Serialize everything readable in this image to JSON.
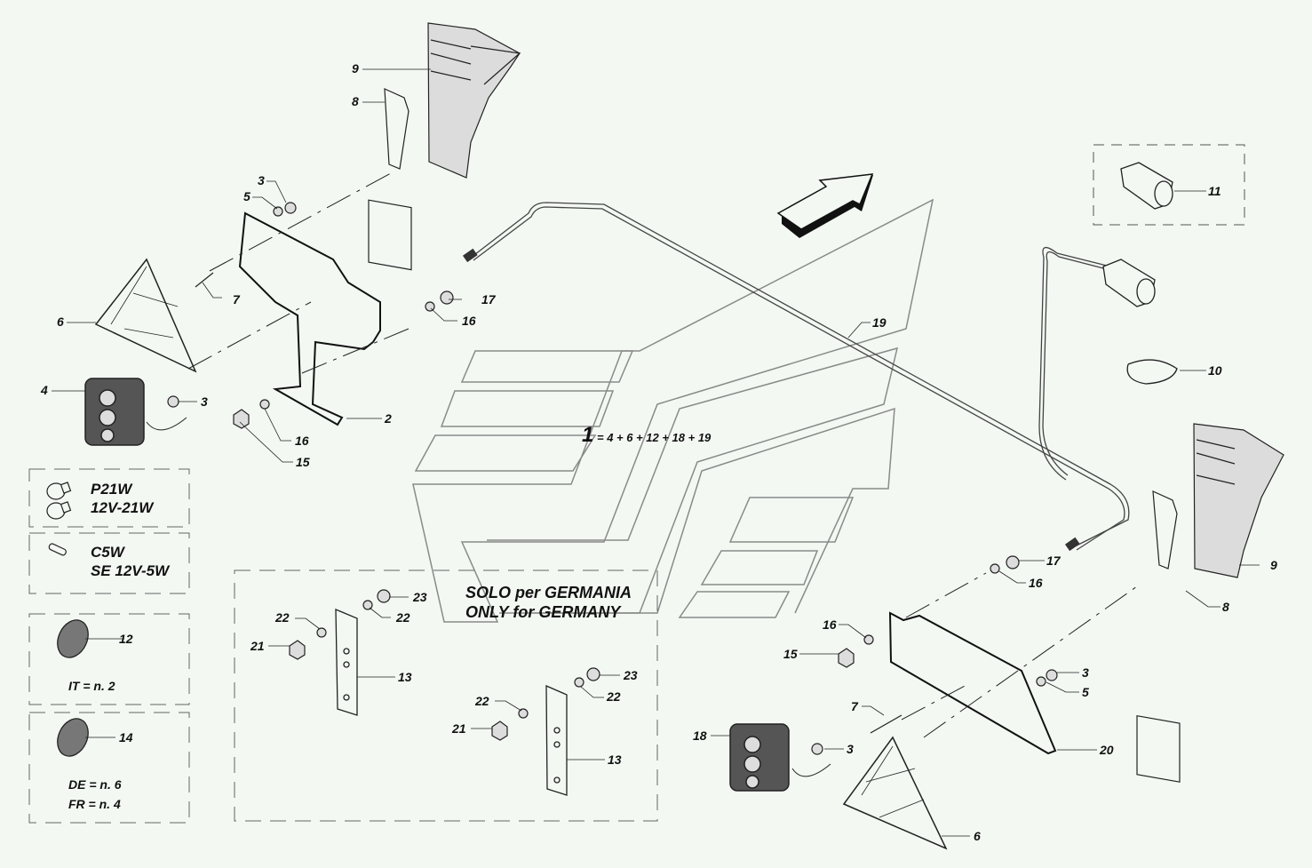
{
  "diagram": {
    "title_formula": {
      "assembly": "1",
      "equation": "= 4 + 6 + 12 + 18 + 19"
    },
    "region_note": {
      "line1": "SOLO per GERMANIA",
      "line2": "ONLY for GERMANY"
    },
    "bulb_boxes": [
      {
        "line1": "P21W",
        "line2": "12V-21W",
        "icon": "bulb-icon"
      },
      {
        "line1": "C5W",
        "line2": "SE 12V-5W",
        "icon": "festoon-bulb-icon"
      }
    ],
    "reflector_boxes": [
      {
        "part": "12",
        "qty_lines": [
          "IT = n. 2"
        ],
        "icon": "round-reflector-icon"
      },
      {
        "part": "14",
        "qty_lines": [
          "DE = n. 6",
          "FR = n. 4"
        ],
        "icon": "round-reflector-icon"
      }
    ],
    "callouts": {
      "left": [
        "9",
        "8",
        "3",
        "5",
        "7",
        "6",
        "17",
        "16",
        "4",
        "3",
        "16",
        "2",
        "15"
      ],
      "germany": [
        "22",
        "23",
        "22",
        "21",
        "13",
        "22",
        "23",
        "22",
        "21",
        "13"
      ],
      "right": [
        "11",
        "19",
        "10",
        "9",
        "17",
        "16",
        "8",
        "16",
        "15",
        "3",
        "5",
        "7",
        "18",
        "3",
        "20",
        "6"
      ]
    }
  }
}
